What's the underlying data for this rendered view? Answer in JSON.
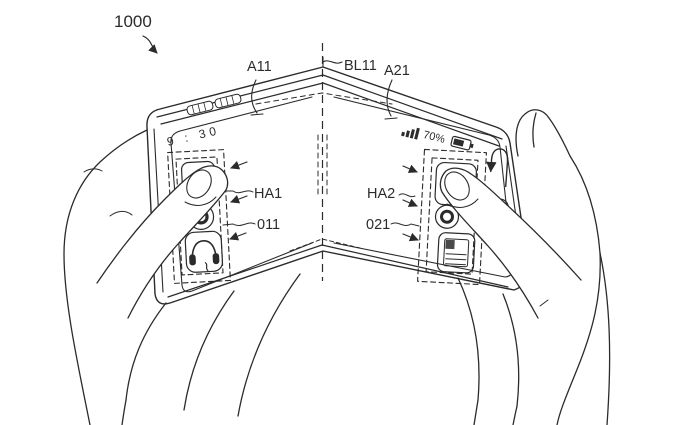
{
  "figure": {
    "labels": {
      "device": "1000",
      "left_display_area": "A11",
      "bending_line": "BL11",
      "right_display_area": "A21",
      "left_handler_area": "HA1",
      "left_object": "011",
      "right_handler_area": "HA2",
      "right_object": "021"
    },
    "left_screen": {
      "status_time": "9 : 30"
    },
    "right_screen": {
      "battery_level": "70%"
    }
  },
  "icons": {
    "left_region": [
      "app-tile-icon",
      "camera-lens-icon",
      "headphones-icon"
    ],
    "right_region": [
      "app-tile-icon",
      "camera-lens-icon",
      "memo-grid-icon"
    ],
    "right_screen_extras": [
      "return-arrow-icon",
      "side-slider"
    ],
    "status_bar": [
      "signal-bars-icon",
      "battery-icon"
    ]
  },
  "colors": {
    "line": "#2b2b2b",
    "background": "#ffffff"
  }
}
